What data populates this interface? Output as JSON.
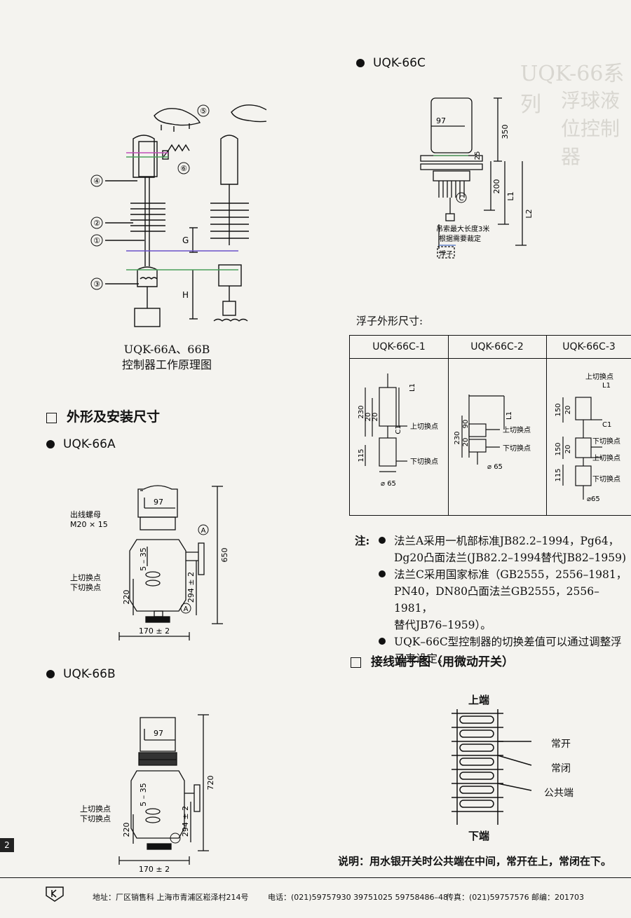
{
  "heading_right": {
    "series": "UQK-66系列",
    "title_partial": "浮球液位控制器"
  },
  "principle": {
    "caption_line1": "UQK-66A、66B",
    "caption_line2": "控制器工作原理图",
    "labels": [
      "①",
      "②",
      "③",
      "④",
      "⑤",
      "⑥"
    ],
    "dim_g": "G",
    "dim_h": "H"
  },
  "section_outline": {
    "title": "外形及安装尺寸"
  },
  "model_a": {
    "name": "UQK-66A",
    "nut_label": "出线螺母",
    "nut_spec": "M20 × 15",
    "dim_97": "97",
    "dim_5_35": "5 – 35",
    "upper": "上切换点",
    "lower": "下切换点",
    "dim_220": "220",
    "dim_294": "294 ± 2",
    "dim_650": "650",
    "dim_170": "170 ± 2",
    "marker": "A"
  },
  "model_b": {
    "name": "UQK-66B",
    "dim_97": "97",
    "dim_5_35": "5 – 35",
    "upper": "上切换点",
    "lower": "下切换点",
    "dim_220": "220",
    "dim_294": "294 ± 2",
    "dim_720": "720",
    "dim_170": "170 ± 2"
  },
  "model_c": {
    "name": "UQK-66C",
    "dim_97": "97",
    "dim_350": "350",
    "dim_25": "25",
    "dim_200": "200",
    "dim_l1": "L1",
    "dim_l2": "L2",
    "marker": "C",
    "cable_note1": "吊索最大长度3米",
    "cable_note2": "根据需要裁定",
    "float_label": "浮子"
  },
  "float_table": {
    "title": "浮子外形尺寸:",
    "columns": [
      "UQK-66C-1",
      "UQK-66C-2",
      "UQK-66C-3"
    ],
    "c1": {
      "d230": "230",
      "d20a": "20",
      "d20b": "20",
      "d115": "115",
      "c1": "C1",
      "l1": "L1",
      "upper": "上切换点",
      "lower": "下切换点",
      "dia": "⌀ 65"
    },
    "c2": {
      "d230": "230",
      "d90": "90",
      "d20": "20",
      "l1": "L1",
      "upper": "上切换点",
      "lower": "下切换点",
      "dia": "⌀ 65"
    },
    "c3": {
      "upper1": "上切换点",
      "l1": "L1",
      "d150a": "150",
      "d20a": "20",
      "c1": "C1",
      "lower1": "下切换点",
      "d150b": "150",
      "d20b": "20",
      "upper2": "上切换点",
      "lower2": "下切换点",
      "d115": "115",
      "dia": "⌀65"
    }
  },
  "notes": {
    "label": "注:",
    "items": [
      [
        "法兰A采用一机部标准JB82.2–1994，Pg64，",
        "Dg20凸面法兰(JB82.2–1994替代JB82–1959)"
      ],
      [
        "法兰C采用国家标准（GB2555，2556–1981，",
        "PN40，DN80凸面法兰GB2555，2556–1981，",
        "替代JB76–1959）。"
      ],
      [
        "UQK–66C型控制器的切换差值可以通过调整浮",
        "子来设定。"
      ]
    ]
  },
  "terminal": {
    "title": "接线端子图（用微动开关）",
    "top": "上端",
    "bottom": "下端",
    "no": "常开",
    "nc": "常闭",
    "common": "公共端",
    "explain": "说明：用水银开关时公共端在中间，常开在上，常闭在下。"
  },
  "page_number": "2",
  "footer": {
    "address": "地址：厂区销售科 上海市青浦区崧泽村214号",
    "phone": "电话：(021)59757930  39751025  59758486–48",
    "fax": "传真：(021)59757576",
    "post": "邮编：201703"
  }
}
